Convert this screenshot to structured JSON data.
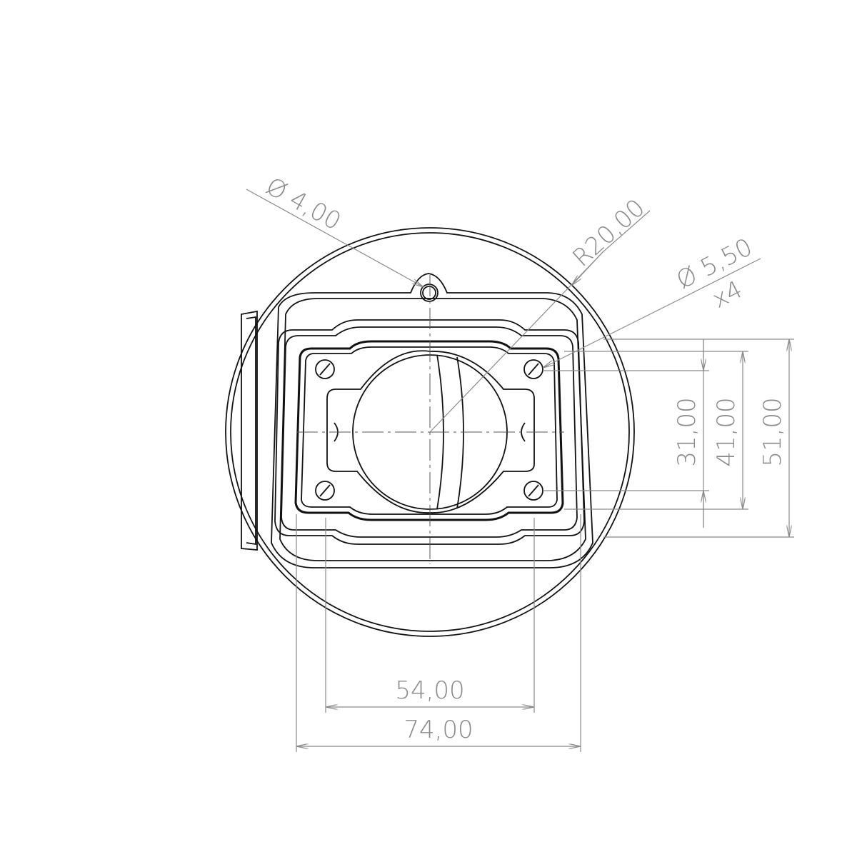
{
  "drawing": {
    "dimensions": {
      "hole_small": "Ø 4,00",
      "radius": "R20,00",
      "hole_mount": "Ø 5,50",
      "hole_mount_count": "x4",
      "inner_width": "54,00",
      "outer_width": "74,00",
      "inner_height": "31,00",
      "mid_height": "41,00",
      "outer_height": "51,00"
    }
  }
}
